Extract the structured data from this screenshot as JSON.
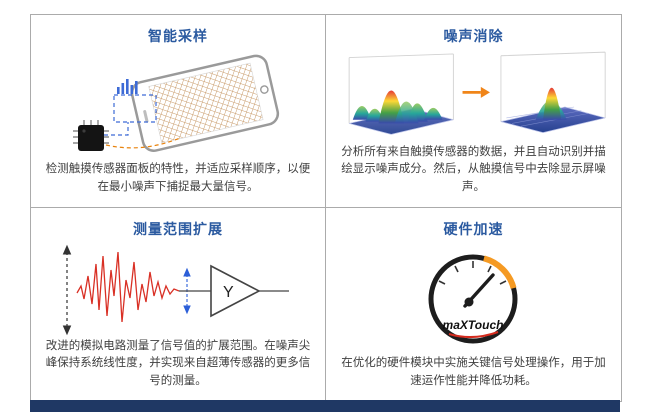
{
  "cells": [
    {
      "id": "smart-sampling",
      "title": "智能采样",
      "description": "检测触摸传感器面板的特性，并适应采样顺序，以便在最小噪声下捕捉最大量信号。"
    },
    {
      "id": "noise-cancellation",
      "title": "噪声消除",
      "description": "分析所有来自触摸传感器的数据，并且自动识别并描绘显示噪声成分。然后，从触摸信号中去除显示屏噪声。"
    },
    {
      "id": "measurement-range-extension",
      "title": "测量范围扩展",
      "description": "改进的模拟电路测量了信号值的扩展范围。在噪声尖峰保持系统线性度，并实现来自超薄传感器的更多信号的测量。",
      "amplifier_label": "Y"
    },
    {
      "id": "hardware-acceleration",
      "title": "硬件加速",
      "description": "在优化的硬件模块中实施关键信号处理操作，用于加速运作性能并降低功耗。",
      "gauge_label": "maXTouch"
    }
  ],
  "colors": {
    "title_blue": "#2b5aa0",
    "footer_navy": "#1f3864",
    "arrow_orange": "#f08519",
    "waveform_red": "#d93025",
    "mesh_tan": "#c89b6a",
    "signal_blue": "#3d6bd6",
    "gauge_orange": "#f59a23"
  }
}
